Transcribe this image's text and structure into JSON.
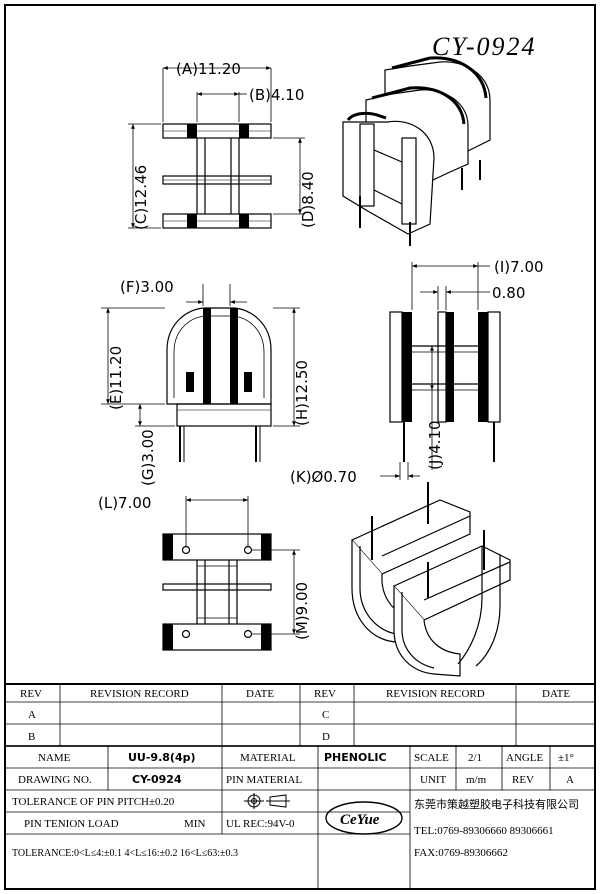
{
  "drawing": {
    "part_number": "CY-0924",
    "dimensions": {
      "a": "(A)11.20",
      "b": "(B)4.10",
      "c": "(C)12.46",
      "d": "(D)8.40",
      "e": "(E)11.20",
      "f": "(F)3.00",
      "g": "(G)3.00",
      "h": "(H)12.50",
      "i": "(I)7.00",
      "i2": "0.80",
      "j": "(J)4.10",
      "k": "(K)Ø0.70",
      "l": "(L)7.00",
      "m": "(M)9.00"
    }
  },
  "revision_table": {
    "headers": [
      "REV",
      "REVISION RECORD",
      "DATE",
      "REV",
      "REVISION RECORD",
      "DATE"
    ],
    "rows": [
      [
        "A",
        "",
        "",
        "C",
        "",
        ""
      ],
      [
        "B",
        "",
        "",
        "D",
        "",
        ""
      ]
    ]
  },
  "title_block": {
    "name_label": "NAME",
    "name_value": "UU-9.8(4p)",
    "material_label": "MATERIAL",
    "material_value": "PHENOLIC",
    "scale_label": "SCALE",
    "scale_value": "2/1",
    "angle_label": "ANGLE",
    "angle_value": "±1°",
    "drawing_no_label": "DRAWING NO.",
    "drawing_no_value": "CY-0924",
    "pin_material_label": "PIN MATERIAL",
    "unit_label": "UNIT",
    "unit_value": "m/m",
    "rev_label": "REV",
    "rev_value": "A",
    "tolerance_pitch": "TOLERANCE OF PIN PITCH±0.20",
    "pin_tension_label": "PIN TENION LOAD",
    "pin_tension_value": "MIN",
    "ul_rec": "UL REC:94V-0",
    "tolerance_general": "TOLERANCE:0<L≤4:±0.1  4<L≤16:±0.2  16<L≤63:±0.3",
    "company_name": "东莞市策越塑胶电子科技有限公司",
    "tel": "TEL:0769-89306660 89306661",
    "fax": "FAX:0769-89306662",
    "logo_letters": "CeYue"
  }
}
